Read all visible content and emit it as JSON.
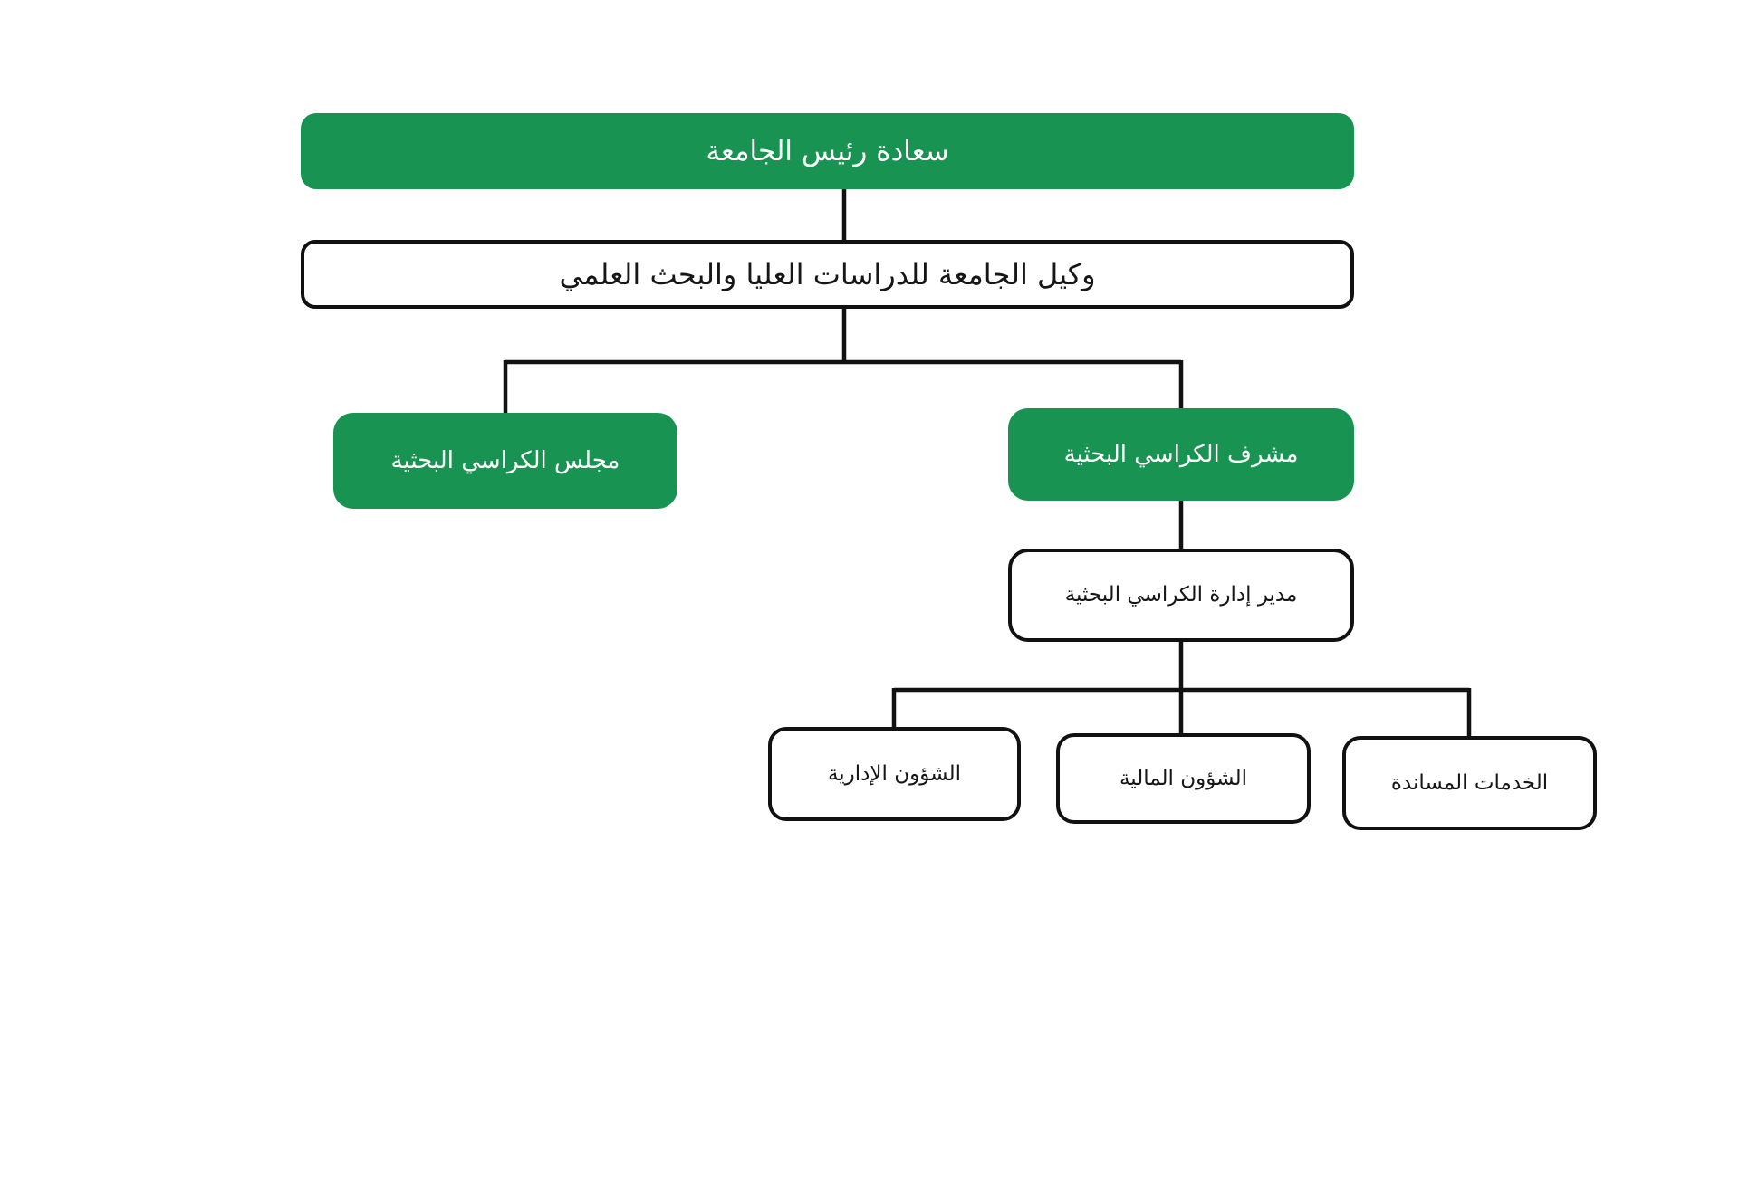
{
  "diagram": {
    "type": "org-chart",
    "language": "ar",
    "direction": "rtl",
    "colors": {
      "primary_green": "#189351",
      "connector": "#111111",
      "box_border": "#111111",
      "text_on_green": "#ffffff",
      "text_on_white": "#161616",
      "background": "#ffffff"
    },
    "nodes": {
      "president": {
        "label": "سعادة رئيس الجامعة",
        "level": 1,
        "style": "green-filled"
      },
      "vice_president": {
        "label": "وكيل الجامعة للدراسات العليا والبحث العلمي",
        "level": 2,
        "style": "white-outlined"
      },
      "chairs_council": {
        "label": "مجلس الكراسي البحثية",
        "level": 3,
        "style": "green-filled"
      },
      "chairs_supervisor": {
        "label": "مشرف الكراسي البحثية",
        "level": 3,
        "style": "green-filled"
      },
      "chairs_director": {
        "label": "مدير إدارة الكراسي البحثية",
        "level": 4,
        "style": "white-outlined"
      },
      "admin_affairs": {
        "label": "الشؤون الإدارية",
        "level": 5,
        "style": "white-outlined"
      },
      "financial_affairs": {
        "label": "الشؤون المالية",
        "level": 5,
        "style": "white-outlined"
      },
      "support_services": {
        "label": "الخدمات المساندة",
        "level": 5,
        "style": "white-outlined"
      }
    },
    "edges": [
      {
        "from": "president",
        "to": "vice_president"
      },
      {
        "from": "vice_president",
        "to": "chairs_council"
      },
      {
        "from": "vice_president",
        "to": "chairs_supervisor"
      },
      {
        "from": "chairs_supervisor",
        "to": "chairs_director"
      },
      {
        "from": "chairs_director",
        "to": "admin_affairs"
      },
      {
        "from": "chairs_director",
        "to": "financial_affairs"
      },
      {
        "from": "chairs_director",
        "to": "support_services"
      }
    ]
  }
}
